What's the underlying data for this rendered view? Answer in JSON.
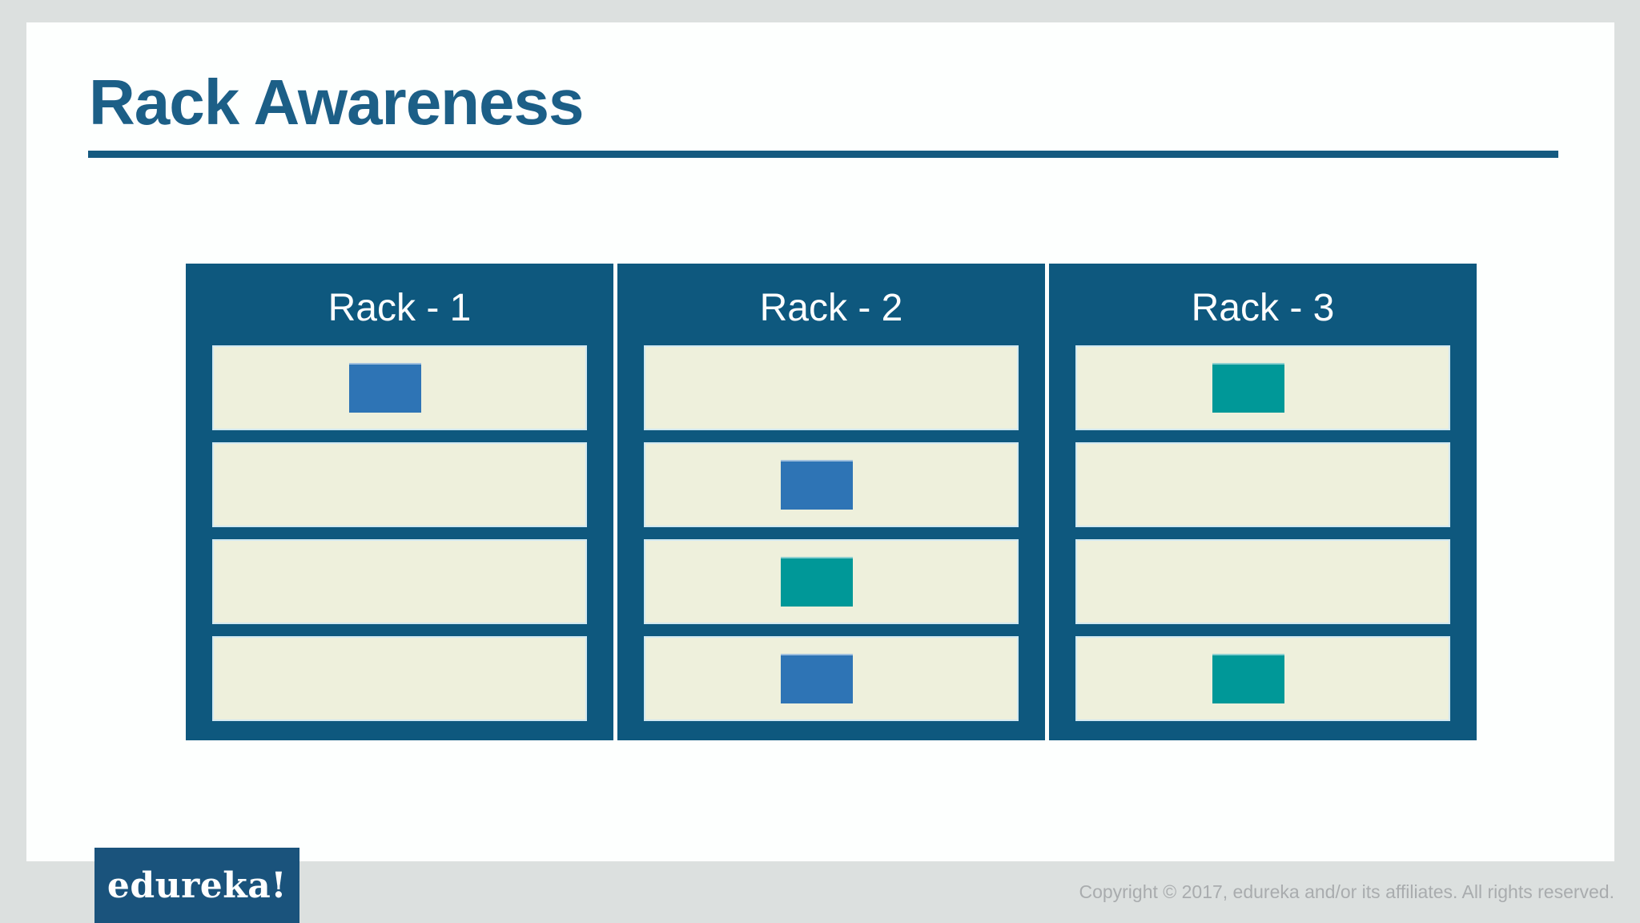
{
  "title": "Rack Awareness",
  "racks": [
    {
      "label": "Rack - 1",
      "slots": [
        "blue",
        null,
        null,
        null
      ]
    },
    {
      "label": "Rack - 2",
      "slots": [
        null,
        "blue",
        "teal",
        "blue"
      ]
    },
    {
      "label": "Rack - 3",
      "slots": [
        "teal",
        null,
        null,
        "teal"
      ]
    }
  ],
  "footer": {
    "logo": "edureka!",
    "copyright": "Copyright © 2017, edureka and/or its affiliates. All rights reserved."
  },
  "colors": {
    "page_bg": "#dce0df",
    "slide_bg": "#fdfffe",
    "title": "#1c5f87",
    "rule": "#155a80",
    "rack_bg": "#0e587e",
    "rack_label": "#ffffff",
    "slot_bg": "#eef0dc",
    "slot_border": "#d2e9f2",
    "block_blue": "#2e74b5",
    "block_teal": "#009898",
    "logo_bg": "#1a537c",
    "logo_text": "#ffffff",
    "copyright_text": "#a9acae"
  }
}
